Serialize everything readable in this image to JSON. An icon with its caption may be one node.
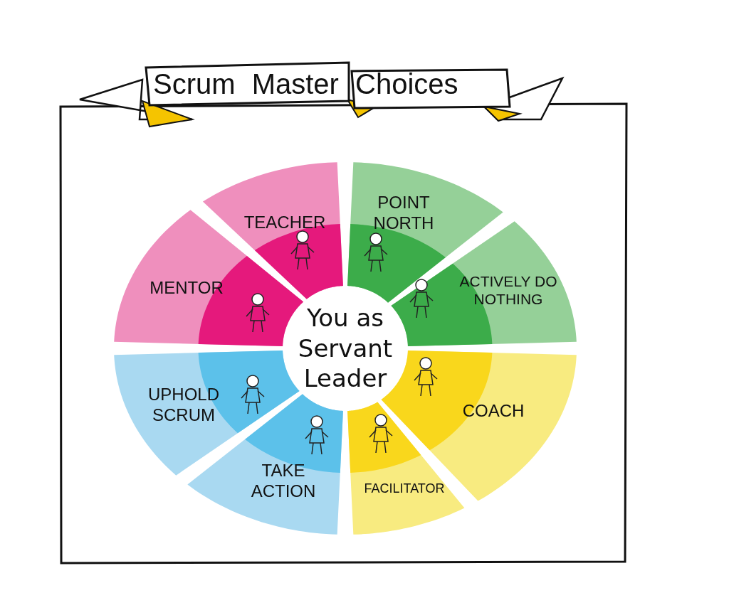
{
  "diagram": {
    "title": "Scrum Master Choices",
    "nodes": [
      {
        "text": [
          "You as Servant Leader"
        ]
      },
      {
        "text": [
          "TEACHER"
        ]
      },
      {
        "text": [
          "POINT NORTH"
        ]
      },
      {
        "text": [
          "ACTIVELY DO NOTHING"
        ]
      },
      {
        "text": [
          "COACH"
        ]
      },
      {
        "text": [
          "FACILITATOR"
        ]
      },
      {
        "text": [
          "TAKE ACTION"
        ]
      },
      {
        "text": [
          "UPHOLD SCRUM"
        ]
      },
      {
        "text": [
          "MENTOR"
        ]
      }
    ]
  }
}
